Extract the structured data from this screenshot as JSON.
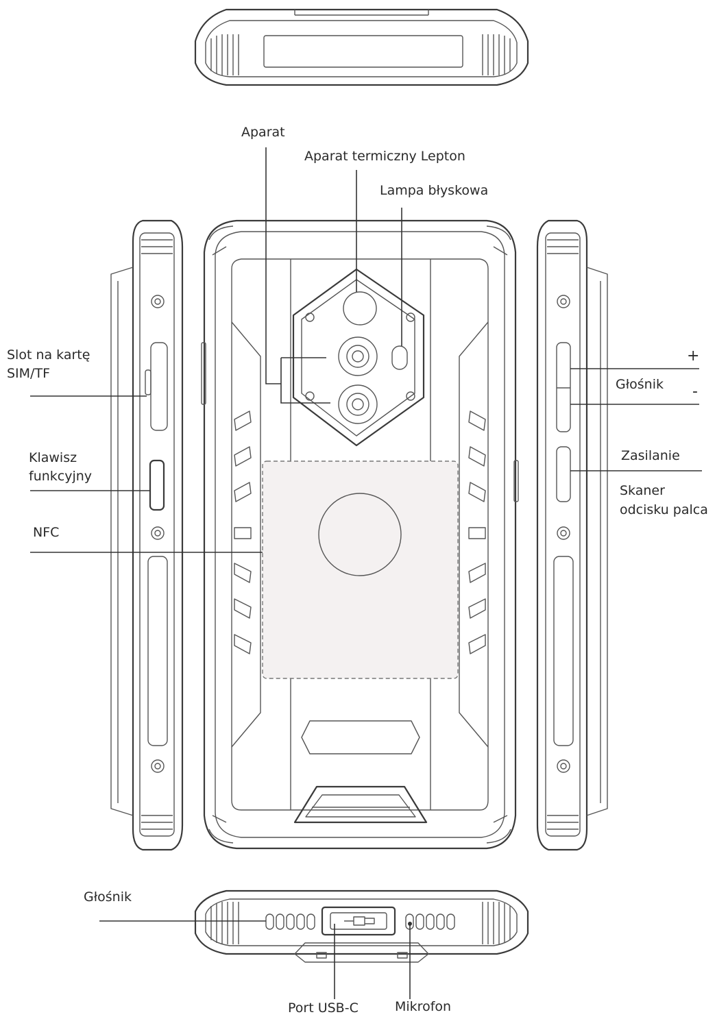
{
  "labels": {
    "camera": "Aparat",
    "thermal_camera": "Aparat termiczny Lepton",
    "flash": "Lampa błyskowa",
    "sim_slot_line1": "Slot na kartę",
    "sim_slot_line2": "SIM/TF",
    "function_key_line1": "Klawisz",
    "function_key_line2": "funkcyjny",
    "nfc": "NFC",
    "volume_plus": "+",
    "volume": "Głośnik",
    "volume_minus": "-",
    "power": "Zasilanie",
    "fingerprint_line1": "Skaner",
    "fingerprint_line2": "odcisku palca",
    "bottom_speaker": "Głośnik",
    "usb_port": "Port USB-C",
    "microphone": "Mikrofon"
  }
}
